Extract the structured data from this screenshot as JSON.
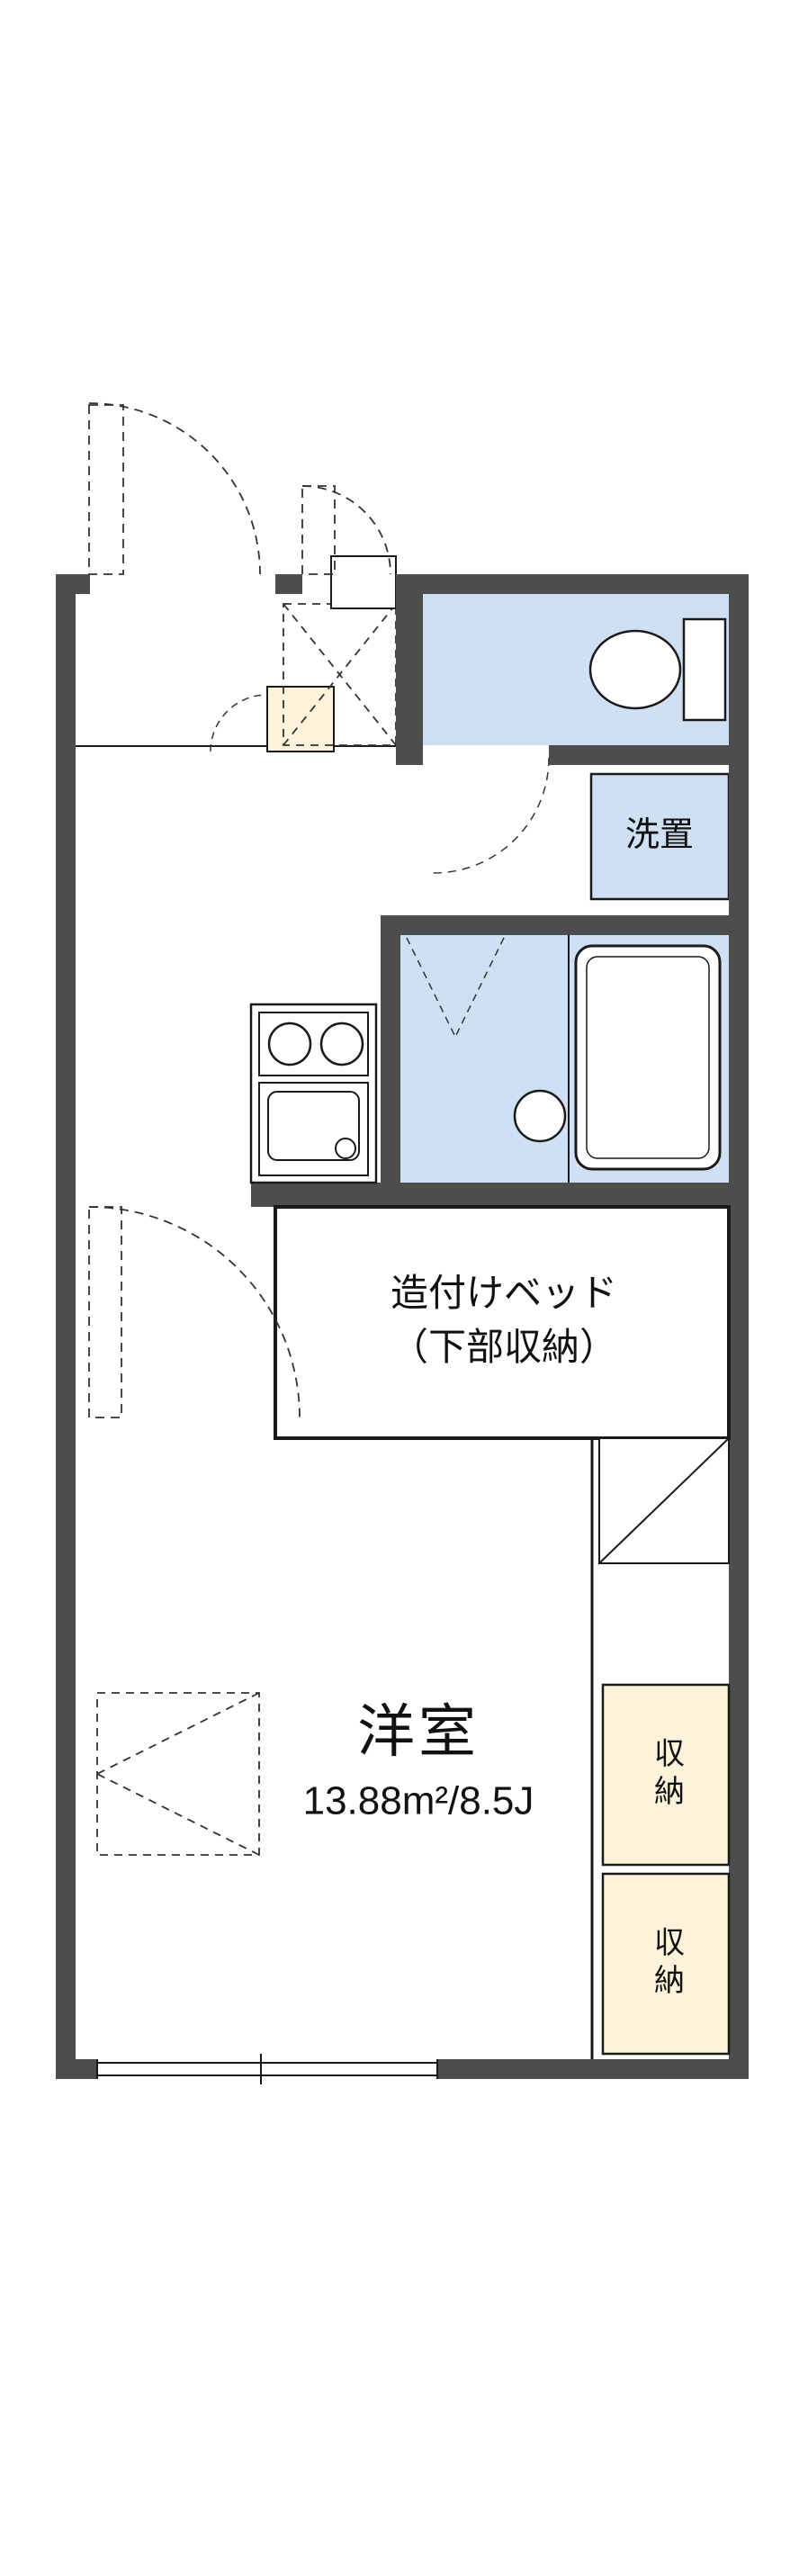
{
  "plan": {
    "labels": {
      "washer": "洗置",
      "bed_line1": "造付けベッド",
      "bed_line2": "（下部収納）",
      "room_name": "洋室",
      "room_size": "13.88m²/8.5J",
      "storage_top": "収納",
      "storage_bottom": "収納"
    },
    "colors": {
      "wall": "#4d4d4d",
      "water_area": "#cfe0f4",
      "storage_fill": "#fdf3da",
      "line": "#1a1a1a"
    }
  }
}
